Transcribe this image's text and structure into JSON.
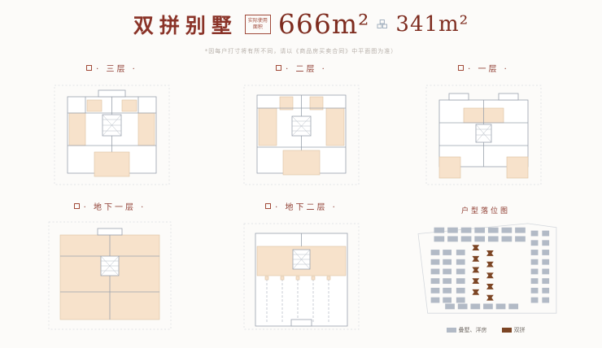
{
  "header": {
    "title": "双拼别墅",
    "area_label_line1": "实际使用",
    "area_label_line2": "面积",
    "area_main": "666m²",
    "area_secondary": "341m²",
    "disclaimer": "*因每户打寸将有所不同，请以《商品房买卖合同》中平面图为准）"
  },
  "plans": [
    {
      "label": "· 三层 ·"
    },
    {
      "label": "· 二层 ·"
    },
    {
      "label": "· 一层 ·"
    },
    {
      "label": "· 地下一层 ·"
    },
    {
      "label": "· 地下二层 ·"
    }
  ],
  "site_map": {
    "title": "户型落位图",
    "legend": [
      {
        "label": "叠墅、洋房",
        "color": "#b2bac6"
      },
      {
        "label": "双拼",
        "color": "#7c4524"
      }
    ]
  },
  "icons": {
    "area_icon": "building-icon",
    "plan_marker": "brand-square-icon"
  },
  "colors": {
    "accent": "#8e3b30",
    "number": "#7e2c1f",
    "peach": "#f7e2cb",
    "building_gray": "#b2bac6",
    "highlight_brown": "#7c4524"
  }
}
